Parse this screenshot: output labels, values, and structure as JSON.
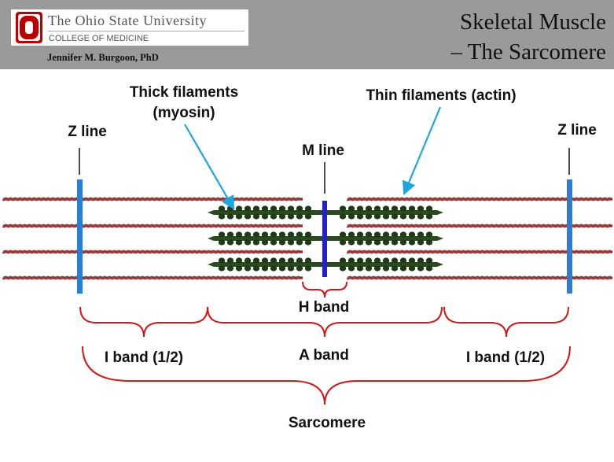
{
  "header": {
    "university": "The Ohio State University",
    "college": "COLLEGE OF MEDICINE",
    "author": "Jennifer M. Burgoon, PhD",
    "title_line1": "Skeletal Muscle",
    "title_line2": "– The Sarcomere"
  },
  "labels": {
    "z_line_left": "Z line",
    "z_line_right": "Z line",
    "thick_line1": "Thick filaments",
    "thick_line2": "(myosin)",
    "thin": "Thin filaments (actin)",
    "m_line": "M line",
    "h_band": "H band",
    "i_band_left": "I band (1/2)",
    "a_band": "A band",
    "i_band_right": "I band (1/2)",
    "sarcomere": "Sarcomere"
  },
  "colors": {
    "header_bg": "#9a9a9a",
    "osu_red": "#bb0000",
    "actin": "#8a2a2a",
    "myosin": "#2c4a20",
    "z_line": "#2a7fd4",
    "m_line": "#2222cc",
    "arrow": "#1aa7e0",
    "bracket": "#d01818"
  }
}
